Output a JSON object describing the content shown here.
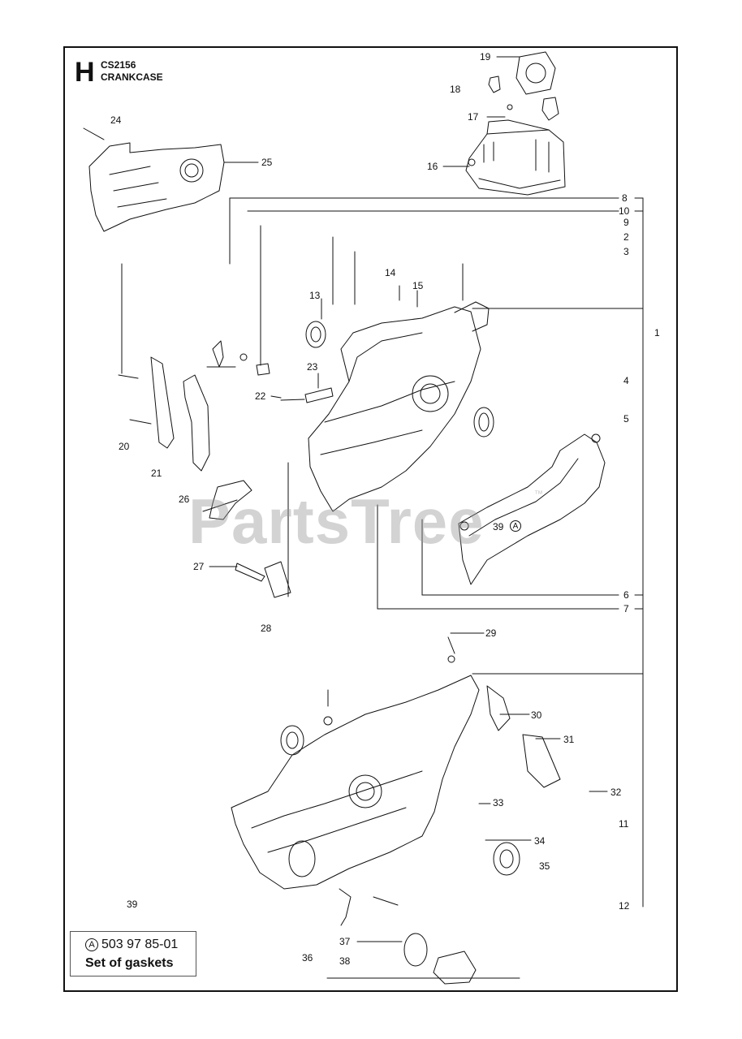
{
  "header": {
    "section_letter": "H",
    "model": "CS2156",
    "title": "CRANKCASE"
  },
  "callouts": {
    "p1": "1",
    "p2": "2",
    "p3": "3",
    "p4": "4",
    "p5": "5",
    "p6": "6",
    "p7": "7",
    "p8": "8",
    "p9": "9",
    "p10": "10",
    "p11": "11",
    "p12": "12",
    "p13": "13",
    "p14": "14",
    "p15": "15",
    "p16": "16",
    "p17": "17",
    "p18": "18",
    "p19": "19",
    "p20": "20",
    "p21": "21",
    "p22": "22",
    "p23": "23",
    "p24": "24",
    "p25": "25",
    "p26": "26",
    "p27": "27",
    "p28": "28",
    "p29": "29",
    "p30": "30",
    "p31": "31",
    "p32": "32",
    "p33": "33",
    "p34": "34",
    "p35": "35",
    "p36": "36",
    "p37": "37",
    "p38": "38",
    "p39a": "39",
    "p39b": "39"
  },
  "kit_marker": "A",
  "kit": {
    "part_number": "503 97 85-01",
    "description": "Set of gaskets"
  },
  "watermark": {
    "text": "PartsTree",
    "tm": "™"
  }
}
